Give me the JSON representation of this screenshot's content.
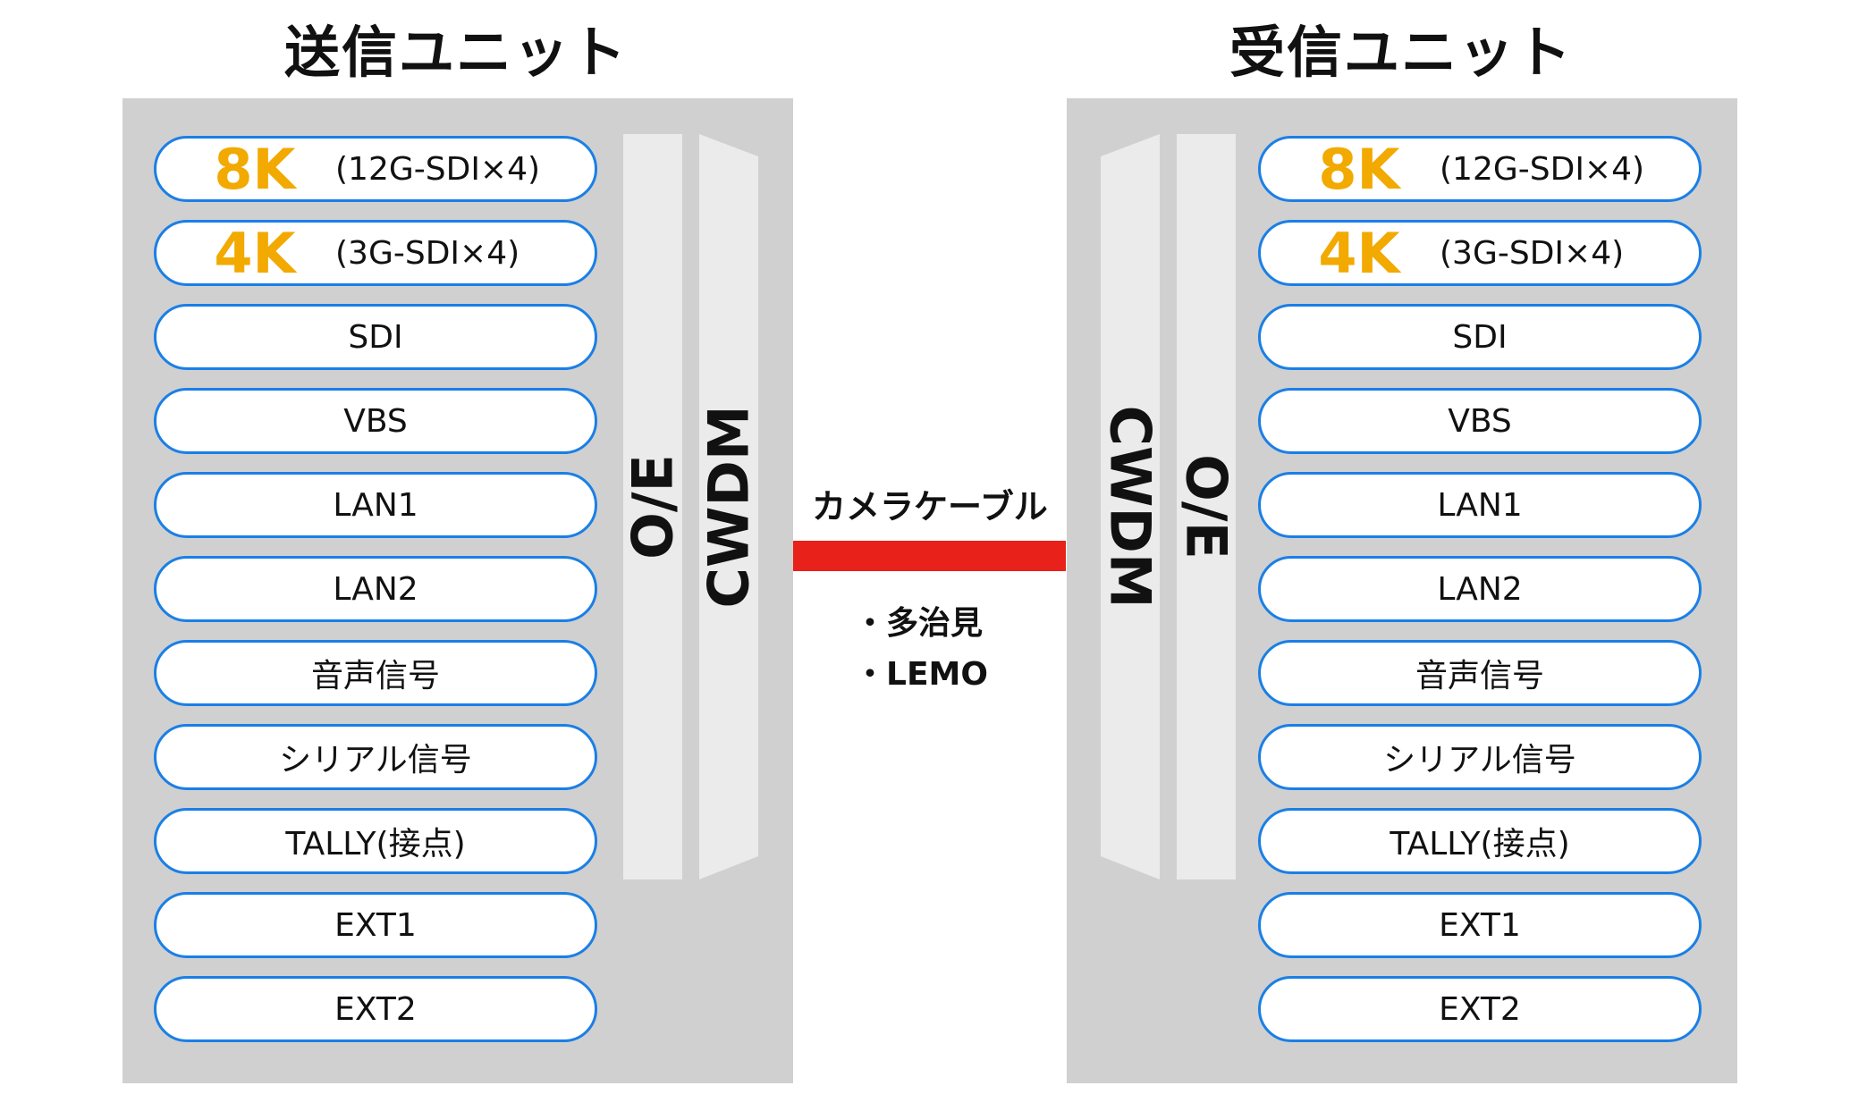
{
  "colors": {
    "panel": "#d0d0d0",
    "module": "#ebebeb",
    "port_border": "#1a7fe6",
    "highlight": "#f2a900",
    "cable": "#e8211a"
  },
  "sender": {
    "title": "送信ユニット",
    "oe_label": "O/E",
    "cwdm_label": "CWDM",
    "ports": [
      {
        "main": "8K",
        "sub": "(12G-SDI×4)"
      },
      {
        "main": "4K",
        "sub": "(3G-SDI×4)"
      },
      {
        "label": "SDI"
      },
      {
        "label": "VBS"
      },
      {
        "label": "LAN1"
      },
      {
        "label": "LAN2"
      },
      {
        "label": "音声信号"
      },
      {
        "label": "シリアル信号"
      },
      {
        "label": "TALLY(接点)"
      },
      {
        "label": "EXT1"
      },
      {
        "label": "EXT2"
      }
    ]
  },
  "receiver": {
    "title": "受信ユニット",
    "oe_label": "O/E",
    "cwdm_label": "CWDM",
    "ports": [
      {
        "main": "8K",
        "sub": "(12G-SDI×4)"
      },
      {
        "main": "4K",
        "sub": "(3G-SDI×4)"
      },
      {
        "label": "SDI"
      },
      {
        "label": "VBS"
      },
      {
        "label": "LAN1"
      },
      {
        "label": "LAN2"
      },
      {
        "label": "音声信号"
      },
      {
        "label": "シリアル信号"
      },
      {
        "label": "TALLY(接点)"
      },
      {
        "label": "EXT1"
      },
      {
        "label": "EXT2"
      }
    ]
  },
  "cable": {
    "label": "カメラケーブル",
    "notes": [
      "・多治見",
      "・LEMO"
    ]
  }
}
